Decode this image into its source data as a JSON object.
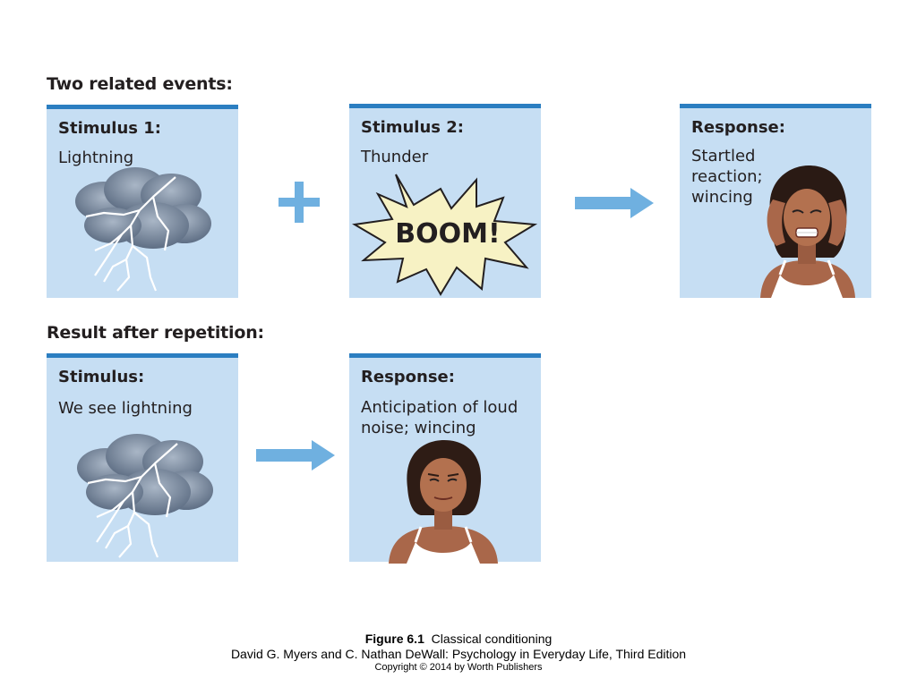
{
  "sections": {
    "top_title": "Two related events:",
    "bottom_title": "Result after repetition:"
  },
  "panels": {
    "stimulus1": {
      "title": "Stimulus 1:",
      "desc": "Lightning"
    },
    "stimulus2": {
      "title": "Stimulus 2:",
      "desc": "Thunder",
      "burst_text": "BOOM!"
    },
    "response1": {
      "title": "Response:",
      "desc_lines": [
        "Startled",
        "reaction;",
        "wincing"
      ]
    },
    "stimulus": {
      "title": "Stimulus:",
      "desc": "We see lightning"
    },
    "response2": {
      "title": "Response:",
      "desc_lines": [
        "Anticipation of loud",
        "noise; wincing"
      ]
    }
  },
  "operators": {
    "plus": "+"
  },
  "caption": {
    "figure_label": "Figure 6.1",
    "figure_title": "Classical conditioning",
    "source": "David G. Myers and C. Nathan DeWall: Psychology in Everyday Life, Third Edition",
    "copyright": "Copyright © 2014 by Worth Publishers"
  },
  "colors": {
    "panel_bg": "#c6def3",
    "panel_border": "#2b7ec1",
    "arrow": "#6fb0e0",
    "burst_fill": "#f7f2c4"
  },
  "icons": [
    "storm-cloud-lightning-icon",
    "boom-burst-icon",
    "plus-icon",
    "right-arrow-icon",
    "wincing-woman-illustration",
    "anticipating-woman-illustration"
  ]
}
